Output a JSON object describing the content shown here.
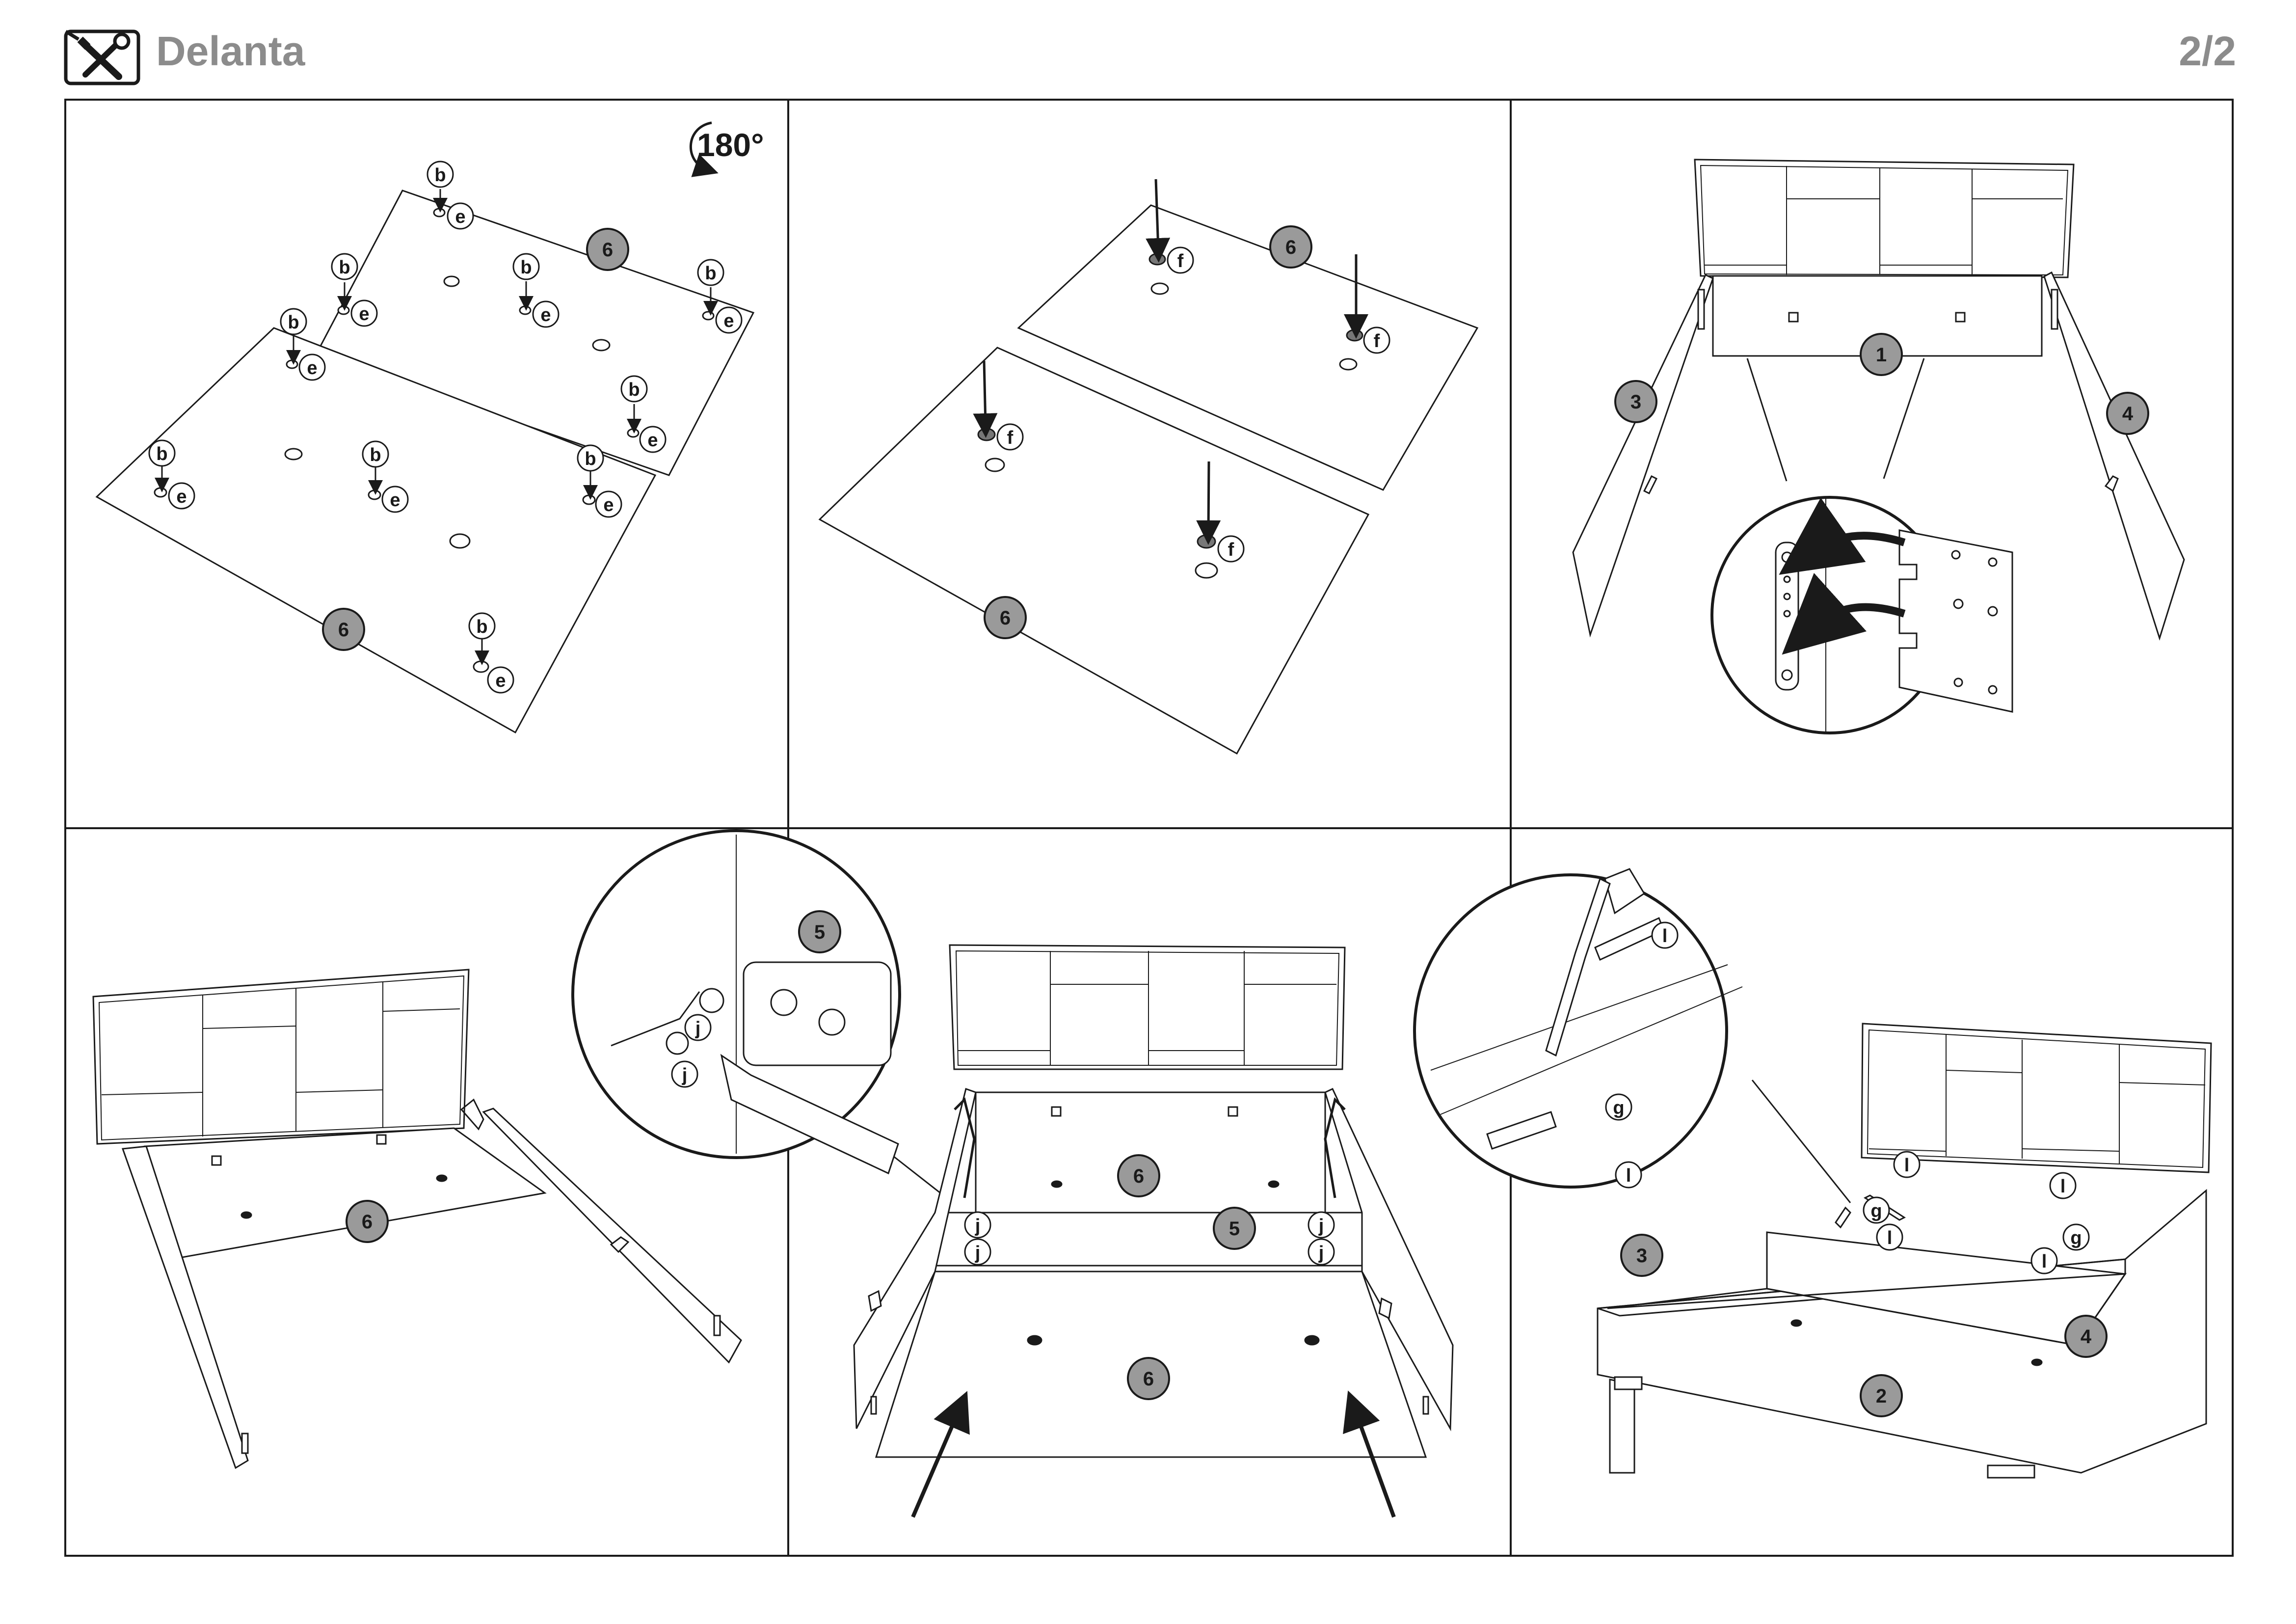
{
  "header": {
    "title": "Delanta",
    "page": "2/2"
  },
  "icons": {
    "header_icon": "tools-icon",
    "rotate_icon": "rotate-arrow-icon"
  },
  "colors": {
    "title_gray": "#8c8c8c",
    "badge_fill": "#9a9a9a",
    "line": "#1a1a1a"
  },
  "panel1": {
    "rotate_label": "180°",
    "part_labels": [
      "6",
      "6"
    ],
    "hardware_labels": [
      "b",
      "e"
    ]
  },
  "panel2": {
    "part_labels": [
      "6",
      "6"
    ],
    "hardware_labels": [
      "f"
    ]
  },
  "panel3": {
    "part_labels": [
      "1",
      "3",
      "4"
    ]
  },
  "panel4": {
    "part_labels": [
      "6"
    ]
  },
  "panel5": {
    "part_labels": [
      "5",
      "6",
      "5",
      "6"
    ],
    "hardware_labels": [
      "j"
    ]
  },
  "panel6": {
    "part_labels": [
      "3",
      "4",
      "2"
    ],
    "hardware_labels": [
      "l",
      "g"
    ]
  }
}
